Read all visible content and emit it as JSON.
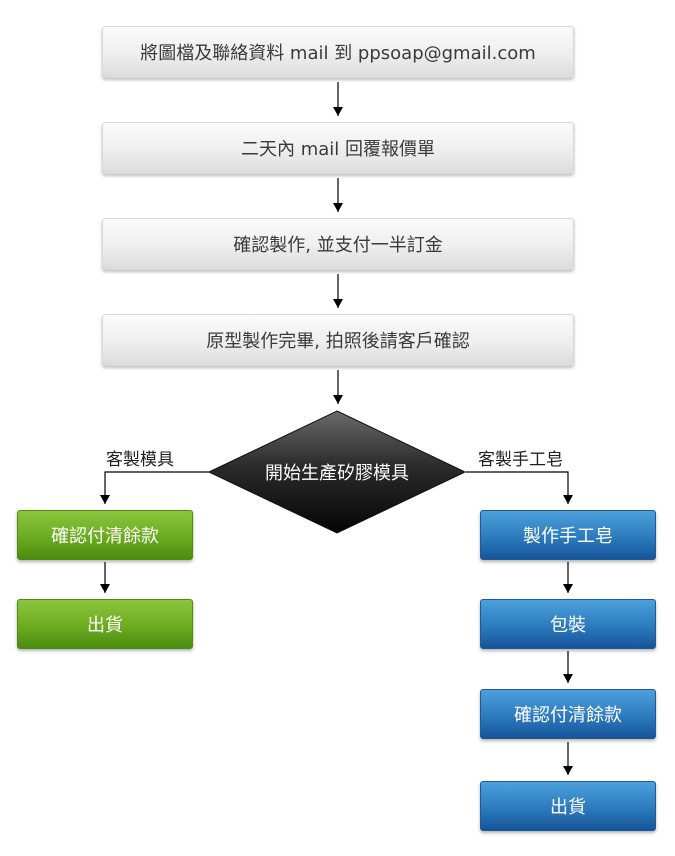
{
  "colors": {
    "gray_box": "#eeeeee",
    "green_box": "#6fae22",
    "blue_box": "#2f7fc0",
    "diamond": "#1a1a1a",
    "connector": "#000000"
  },
  "steps": [
    "將圖檔及聯絡資料 mail 到 ppsoap@gmail.com",
    "二天內 mail 回覆報價單",
    "確認製作, 並支付一半訂金",
    "原型製作完畢, 拍照後請客戶確認"
  ],
  "decision": "開始生產矽膠模具",
  "left_branch": {
    "label": "客製模具",
    "steps": [
      "確認付清餘款",
      "出貨"
    ]
  },
  "right_branch": {
    "label": "客製手工皂",
    "steps": [
      "製作手工皂",
      "包裝",
      "確認付清餘款",
      "出貨"
    ]
  }
}
